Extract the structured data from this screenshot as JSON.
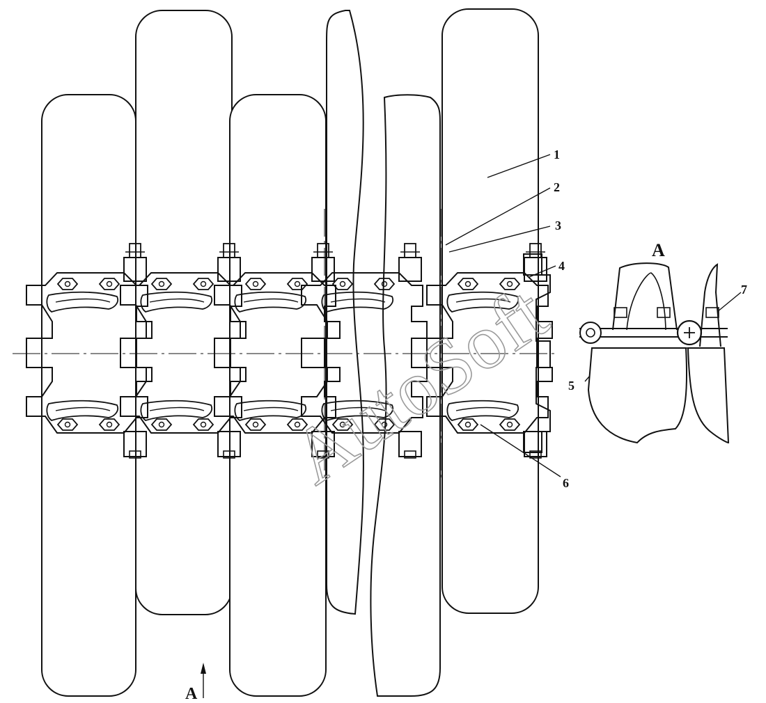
{
  "figure": {
    "part_labels": [
      "1",
      "2",
      "3",
      "4",
      "5",
      "6",
      "7"
    ],
    "section_marker": "A",
    "view_title": "A"
  },
  "watermark": "AutoSoft",
  "colors": {
    "line": "#111111",
    "background": "#ffffff",
    "watermark": "#9a9a9a"
  }
}
